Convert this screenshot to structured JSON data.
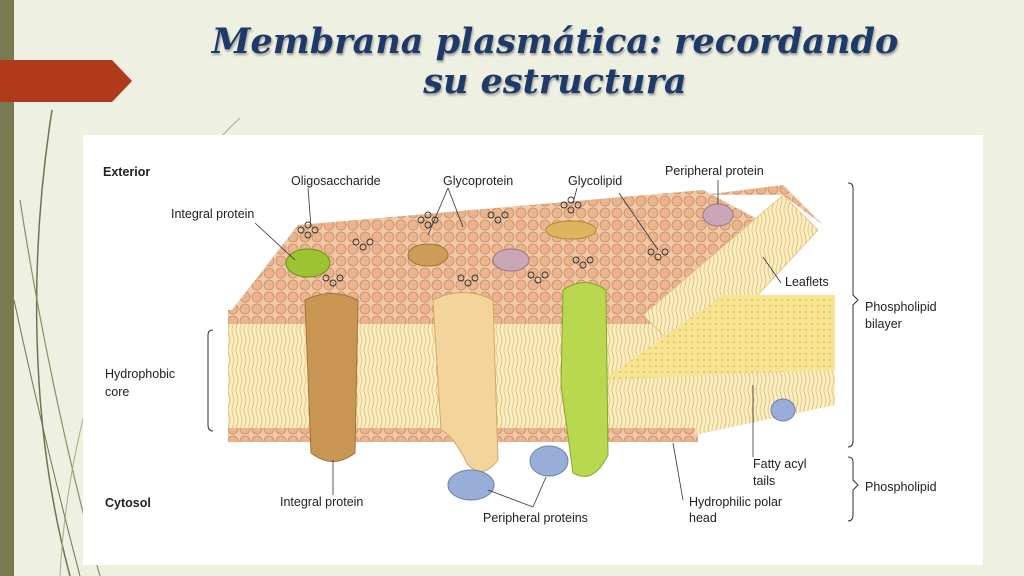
{
  "slide": {
    "title_line1": "Membrana plasmática: recordando",
    "title_line2": "su estructura"
  },
  "diagram": {
    "labels": {
      "exterior": "Exterior",
      "cytosol": "Cytosol",
      "oligosaccharide": "Oligosaccharide",
      "glycoprotein": "Glycoprotein",
      "glycolipid": "Glycolipid",
      "peripheral_protein": "Peripheral protein",
      "integral_protein_top": "Integral protein",
      "leaflets": "Leaflets",
      "phospholipid_bilayer_1": "Phospholipid",
      "phospholipid_bilayer_2": "bilayer",
      "hydrophobic_core_1": "Hydrophobic",
      "hydrophobic_core_2": "core",
      "fatty_acyl_tails_1": "Fatty acyl",
      "fatty_acyl_tails_2": "tails",
      "phospholipid": "Phospholipid",
      "integral_protein_bottom": "Integral protein",
      "peripheral_proteins": "Peripheral proteins",
      "hydrophilic_head_1": "Hydrophilic polar",
      "hydrophilic_head_2": "head"
    }
  }
}
